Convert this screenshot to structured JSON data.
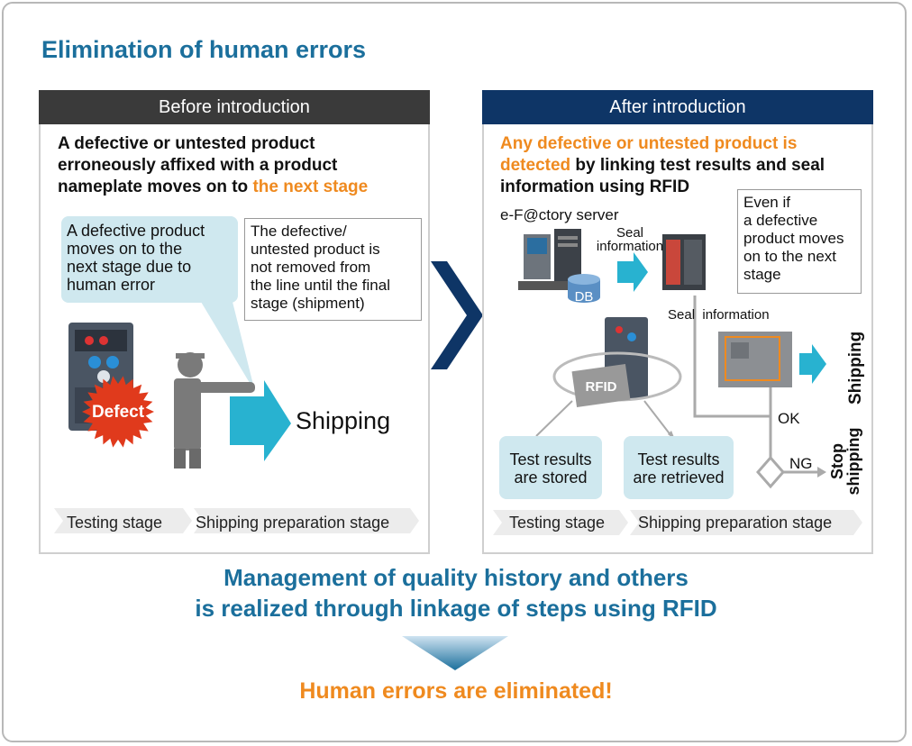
{
  "title": "Elimination of human errors",
  "before": {
    "header": "Before introduction",
    "desc_line1": "A defective or untested product",
    "desc_line2": "erroneously affixed with a product",
    "desc_line3a": "nameplate moves on to ",
    "desc_line3b": "the next stage",
    "bubble_lines": [
      "A defective product",
      "moves on to the",
      "next stage due to",
      "human error"
    ],
    "note_lines": [
      "The defective/",
      "untested product is",
      "not removed from",
      "the line until the final",
      "stage (shipment)"
    ],
    "defect_label": "Defect",
    "shipping_label": "Shipping",
    "stage_testing": "Testing stage",
    "stage_shipping_prep": "Shipping preparation stage"
  },
  "after": {
    "header": "After introduction",
    "desc_line1": "Any defective or untested product is",
    "desc_line2a": "detected",
    "desc_line2b": " by linking test results and seal",
    "desc_line3": "information using RFID",
    "server_label": "e-F@ctory server",
    "db_label": "DB",
    "seal_info_top": [
      "Seal",
      "information"
    ],
    "seal_info_mid": "Seal  information",
    "note_lines": [
      "Even if",
      "a defective",
      "product moves",
      "on to the next",
      "stage"
    ],
    "rfid_label": "RFID",
    "test_stored": [
      "Test results",
      "are stored"
    ],
    "test_retrieved": [
      "Test results",
      "are retrieved"
    ],
    "ok_label": "OK",
    "ng_label": "NG",
    "shipping_label": "Shipping",
    "stop_shipping": [
      "Stop",
      "shipping"
    ],
    "stage_testing": "Testing stage",
    "stage_shipping_prep": "Shipping preparation stage"
  },
  "footer": {
    "line1": "Management of quality history and others",
    "line2": "is realized through linkage of steps using RFID",
    "result": "Human errors are eliminated!"
  },
  "colors": {
    "brand_blue": "#1b6f9c",
    "orange": "#ef8a1f",
    "before_header": "#3a3a3a",
    "after_header": "#0e3566",
    "cyan_arrow": "#28b2d0",
    "bubble": "#cfe8ef"
  }
}
